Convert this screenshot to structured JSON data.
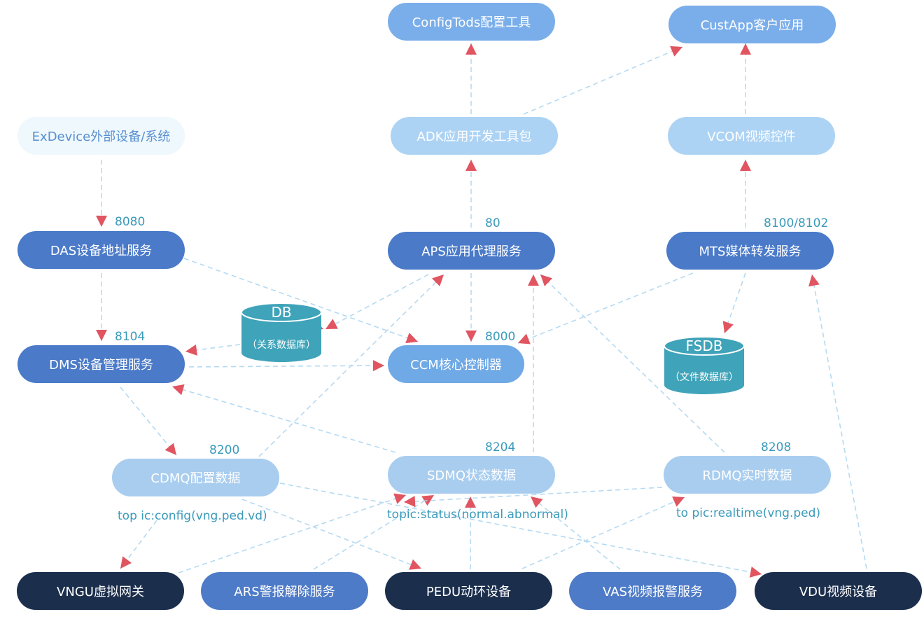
{
  "nodes": {
    "configtods": "ConfigTods配置工具",
    "custapp": "CustApp客户应用",
    "exdevice": "ExDevice外部设备/系统",
    "adk": "ADK应用开发工具包",
    "vcom": "VCOM视频控件",
    "das": "DAS设备地址服务",
    "aps": "APS应用代理服务",
    "mts": "MTS媒体转发服务",
    "dms": "DMS设备管理服务",
    "ccm": "CCM核心控制器",
    "cdmq": "CDMQ配置数据",
    "sdmq": "SDMQ状态数据",
    "rdmq": "RDMQ实时数据",
    "vngu": "VNGU虚拟网关",
    "ars": "ARS警报解除服务",
    "pedu": "PEDU动环设备",
    "vas": "VAS视频报警服务",
    "vdu": "VDU视频设备"
  },
  "databases": {
    "db": {
      "title": "DB",
      "subtitle": "（关系数据库）"
    },
    "fsdb": {
      "title": "FSDB",
      "subtitle": "（文件数据库）"
    }
  },
  "ports": {
    "das": "8080",
    "aps": "80",
    "mts": "8100/8102",
    "dms": "8104",
    "ccm": "8000",
    "cdmq": "8200",
    "sdmq": "8204",
    "rdmq": "8208"
  },
  "topics": {
    "config": "top ic:config(vng.ped.vd)",
    "status": "topic:status(normal.abnormal)",
    "realtime": "to pic:realtime(vng.ped)"
  },
  "colors": {
    "link_line": "#b5daf2",
    "arrow_head": "#e05560",
    "db_cylinder": "#3fa3b9",
    "port_text": "#3a9aba"
  }
}
